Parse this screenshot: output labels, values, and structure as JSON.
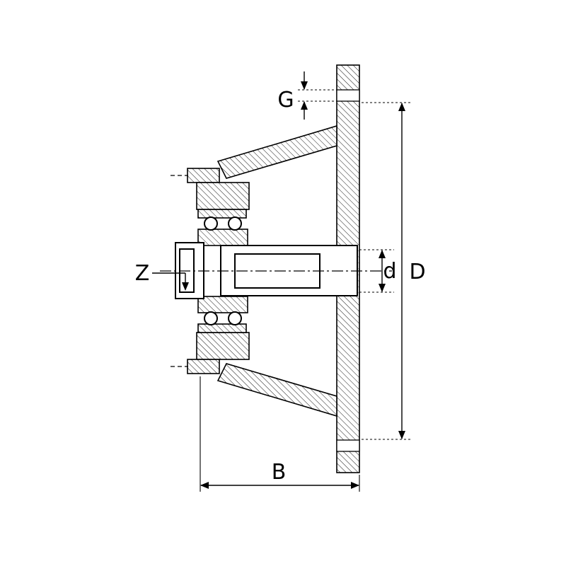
{
  "diagram": {
    "type": "technical-cross-section",
    "description_colors": {
      "background": "#ffffff",
      "line": "#000000"
    },
    "labels": {
      "G": "G",
      "D": "D",
      "d": "d",
      "B": "B",
      "Z": "Z"
    }
  }
}
